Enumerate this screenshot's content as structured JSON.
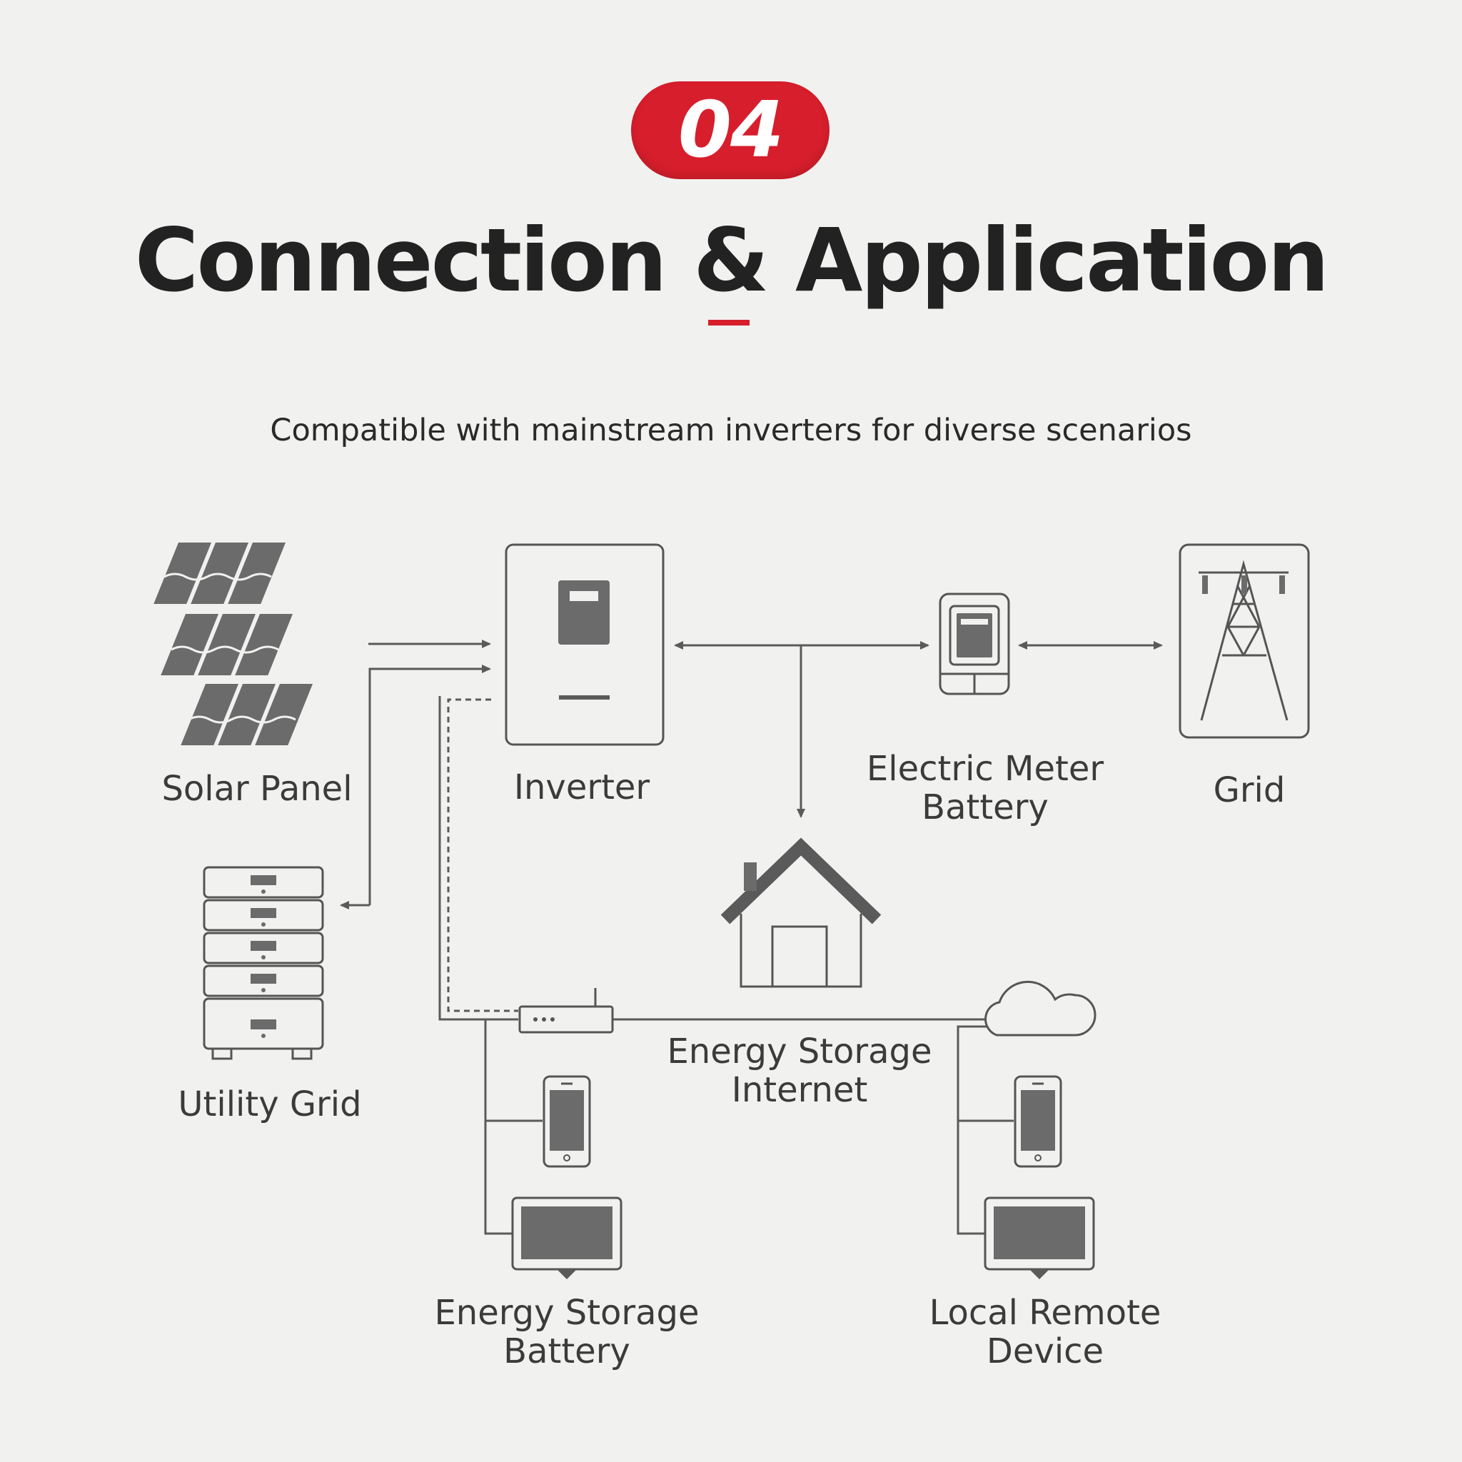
{
  "badge": {
    "number": "04"
  },
  "header": {
    "title": "Connection & Application",
    "subtitle": "Compatible with mainstream inverters for diverse scenarios"
  },
  "nodes": {
    "solar_panel": {
      "label": "Solar Panel",
      "icon": "solar-panel-icon"
    },
    "inverter": {
      "label": "Inverter",
      "icon": "inverter-icon"
    },
    "electric_meter": {
      "label_line1": "Electric Meter",
      "label_line2": "Battery",
      "icon": "electric-meter-icon"
    },
    "grid": {
      "label": "Grid",
      "icon": "power-tower-icon"
    },
    "utility_grid": {
      "label": "Utility Grid",
      "icon": "battery-stack-icon"
    },
    "home": {
      "icon": "house-icon"
    },
    "router": {
      "label_line1": "Energy Storage",
      "label_line2": "Internet",
      "icon": "router-icon"
    },
    "cloud": {
      "icon": "cloud-icon"
    },
    "storage_battery_devices": {
      "label_line1": "Energy Storage",
      "label_line2": "Battery",
      "icons": [
        "smartphone-icon",
        "monitor-icon"
      ]
    },
    "local_remote_devices": {
      "label_line1": "Local Remote",
      "label_line2": "Device",
      "icons": [
        "smartphone-icon",
        "monitor-icon"
      ]
    }
  },
  "colors": {
    "accent": "#d71e2c",
    "background": "#f1f1f0",
    "icon_fill": "#6b6b6b",
    "line": "#5a5a5a",
    "text": "#222222"
  }
}
